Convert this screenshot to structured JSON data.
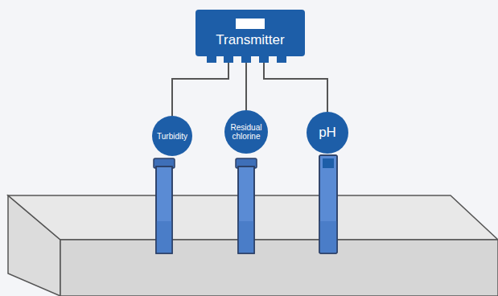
{
  "diagram": {
    "nodes": [
      {
        "text": [
          "Transmitter"
        ]
      },
      {
        "text": [
          "Turbidity"
        ]
      },
      {
        "text": [
          "Residual chlorine"
        ]
      },
      {
        "text": [
          "pH"
        ]
      }
    ],
    "edges": [
      {
        "from": 0,
        "to": 1,
        "arrow": "none"
      },
      {
        "from": 0,
        "to": 2,
        "arrow": "none"
      },
      {
        "from": 0,
        "to": 3,
        "arrow": "none"
      }
    ]
  }
}
